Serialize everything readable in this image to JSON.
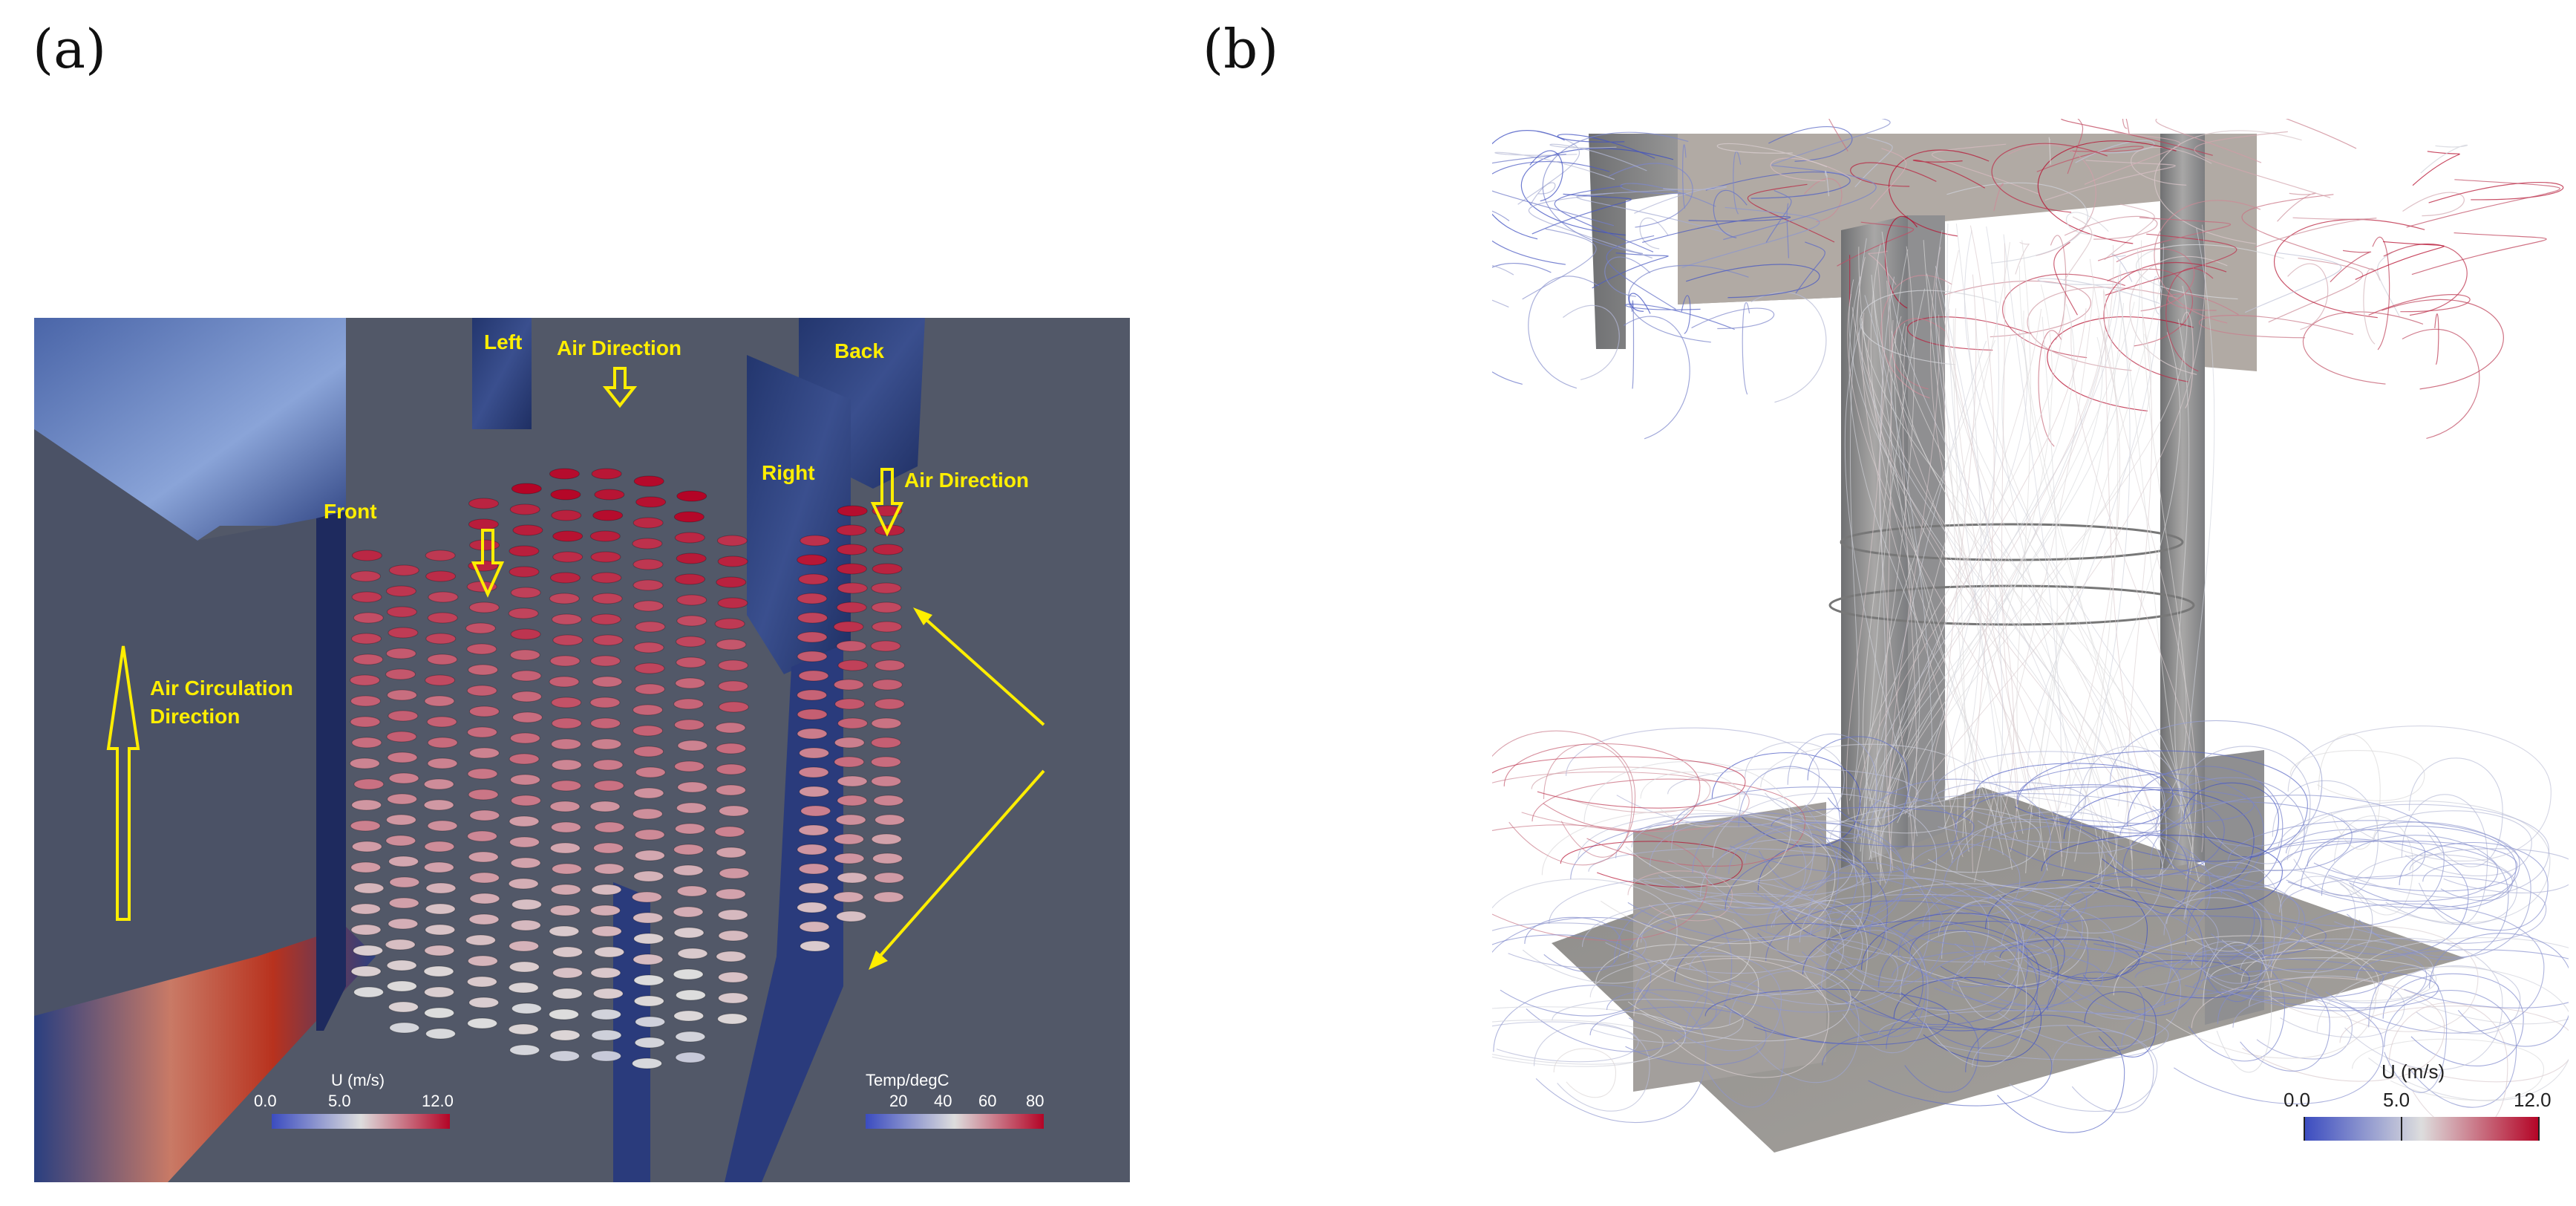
{
  "panels": {
    "a": {
      "label": "(a)"
    },
    "b": {
      "label": "(b)"
    }
  },
  "figure_a": {
    "wall_labels": {
      "left": "Left",
      "back": "Back",
      "front": "Front",
      "right": "Right"
    },
    "annotations": {
      "air_direction_top": "Air Direction",
      "air_direction_right": "Air Direction",
      "air_circulation_line1": "Air Circulation",
      "air_circulation_line2": "Direction"
    },
    "velocity_colorbar": {
      "title": "U (m/s)",
      "ticks": [
        "0.0",
        "5.0",
        "12.0"
      ],
      "colors": [
        "#3b4cc0",
        "#dddddd",
        "#b40426"
      ]
    },
    "temperature_colorbar": {
      "title": "Temp/degC",
      "ticks": [
        "20",
        "40",
        "60",
        "80"
      ],
      "colors": [
        "#3b4cc0",
        "#dddddd",
        "#b40426"
      ]
    },
    "colors": {
      "background": "#525868",
      "annotation": "#ffee00"
    }
  },
  "figure_b": {
    "velocity_colorbar": {
      "title": "U (m/s)",
      "ticks": [
        "0.0",
        "5.0",
        "12.0"
      ],
      "colors": [
        "#3b4cc0",
        "#dddddd",
        "#b40426"
      ]
    }
  }
}
